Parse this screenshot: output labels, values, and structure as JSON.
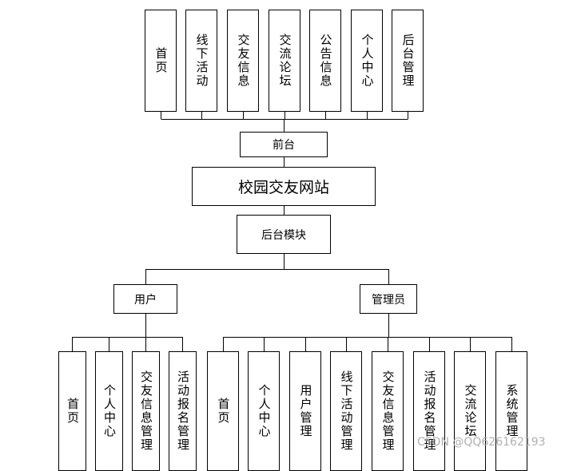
{
  "frontend_modules": [
    "首页",
    "线下活动",
    "交友信息",
    "交流论坛",
    "公告信息",
    "个人中心",
    "后台管理"
  ],
  "frontend_label": "前台",
  "site_name": "校园交友网站",
  "backend_label": "后台模块",
  "user_label": "用户",
  "admin_label": "管理员",
  "user_modules": [
    "首页",
    "个人中心",
    "交友信息管理",
    "活动报名管理"
  ],
  "admin_modules": [
    "首页",
    "个人中心",
    "用户管理",
    "线下活动管理",
    "交友信息管理",
    "活动报名管理",
    "交流论坛",
    "系统管理"
  ],
  "watermark": "CSDN @QQ626162193"
}
